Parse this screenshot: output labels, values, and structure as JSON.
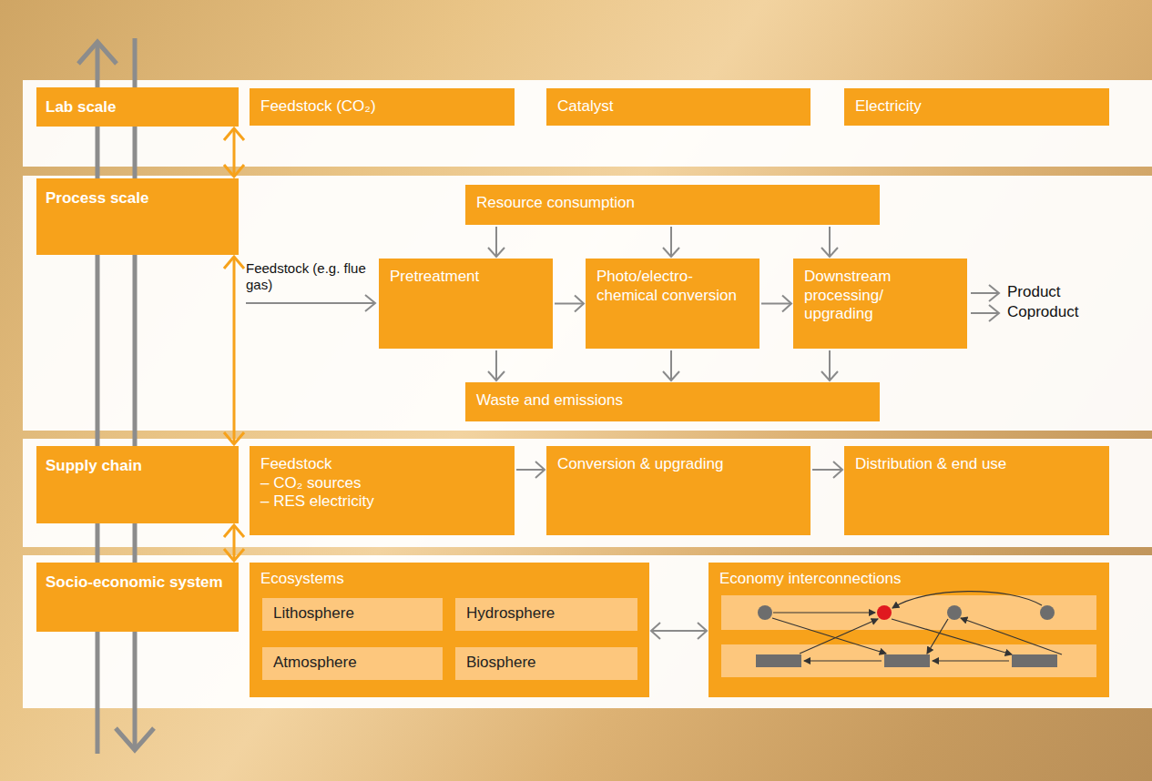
{
  "diagram": {
    "nodes": [
      {
        "text": [
          "Lab scale"
        ]
      },
      {
        "text": [
          "Feedstock (CO₂)"
        ]
      },
      {
        "text": [
          "Catalyst"
        ]
      },
      {
        "text": [
          "Electricity"
        ]
      },
      {
        "text": [
          "Process scale"
        ]
      },
      {
        "text": [
          "Resource consumption"
        ]
      },
      {
        "text": [
          "Pretreatment"
        ]
      },
      {
        "text": [
          "Photo/electro- chemical conversion"
        ]
      },
      {
        "text": [
          "Downstream processing/ upgrading"
        ]
      },
      {
        "text": [
          "Waste and emissions"
        ]
      },
      {
        "text": [
          "Supply chain"
        ]
      },
      {
        "text": [
          "Feedstock",
          "– CO₂ sources",
          "– RES electricity"
        ]
      },
      {
        "text": [
          "Conversion & upgrading"
        ]
      },
      {
        "text": [
          "Distribution & end use"
        ]
      },
      {
        "text": [
          "Socio-economic system"
        ]
      },
      {
        "text": [
          "Ecosystems"
        ]
      },
      {
        "text": [
          "Lithosphere"
        ],
        "in": 15
      },
      {
        "text": [
          "Hydrosphere"
        ],
        "in": 15
      },
      {
        "text": [
          "Atmosphere"
        ],
        "in": 15
      },
      {
        "text": [
          "Biosphere"
        ],
        "in": 15
      },
      {
        "text": [
          "Economy interconnections"
        ]
      }
    ],
    "edges": [
      {
        "from": 0,
        "to": 4,
        "arrow": "both"
      },
      {
        "from": 4,
        "to": 10,
        "arrow": "both"
      },
      {
        "from": 10,
        "to": 14,
        "arrow": "both"
      },
      {
        "from": 5,
        "to": 6,
        "arrow": "to"
      },
      {
        "from": 5,
        "to": 7,
        "arrow": "to"
      },
      {
        "from": 5,
        "to": 8,
        "arrow": "to"
      },
      {
        "from": 6,
        "to": 7,
        "arrow": "to"
      },
      {
        "from": 7,
        "to": 8,
        "arrow": "to"
      },
      {
        "from": 6,
        "to": 9,
        "arrow": "to"
      },
      {
        "from": 7,
        "to": 9,
        "arrow": "to"
      },
      {
        "from": 8,
        "to": 9,
        "arrow": "to"
      },
      {
        "from": 11,
        "to": 12,
        "arrow": "to"
      },
      {
        "from": 12,
        "to": 13,
        "arrow": "to"
      },
      {
        "from": 15,
        "to": 20,
        "arrow": "both"
      }
    ],
    "labels": [
      "Feedstock (e.g. flue gas)",
      "Product",
      "Coproduct"
    ]
  }
}
